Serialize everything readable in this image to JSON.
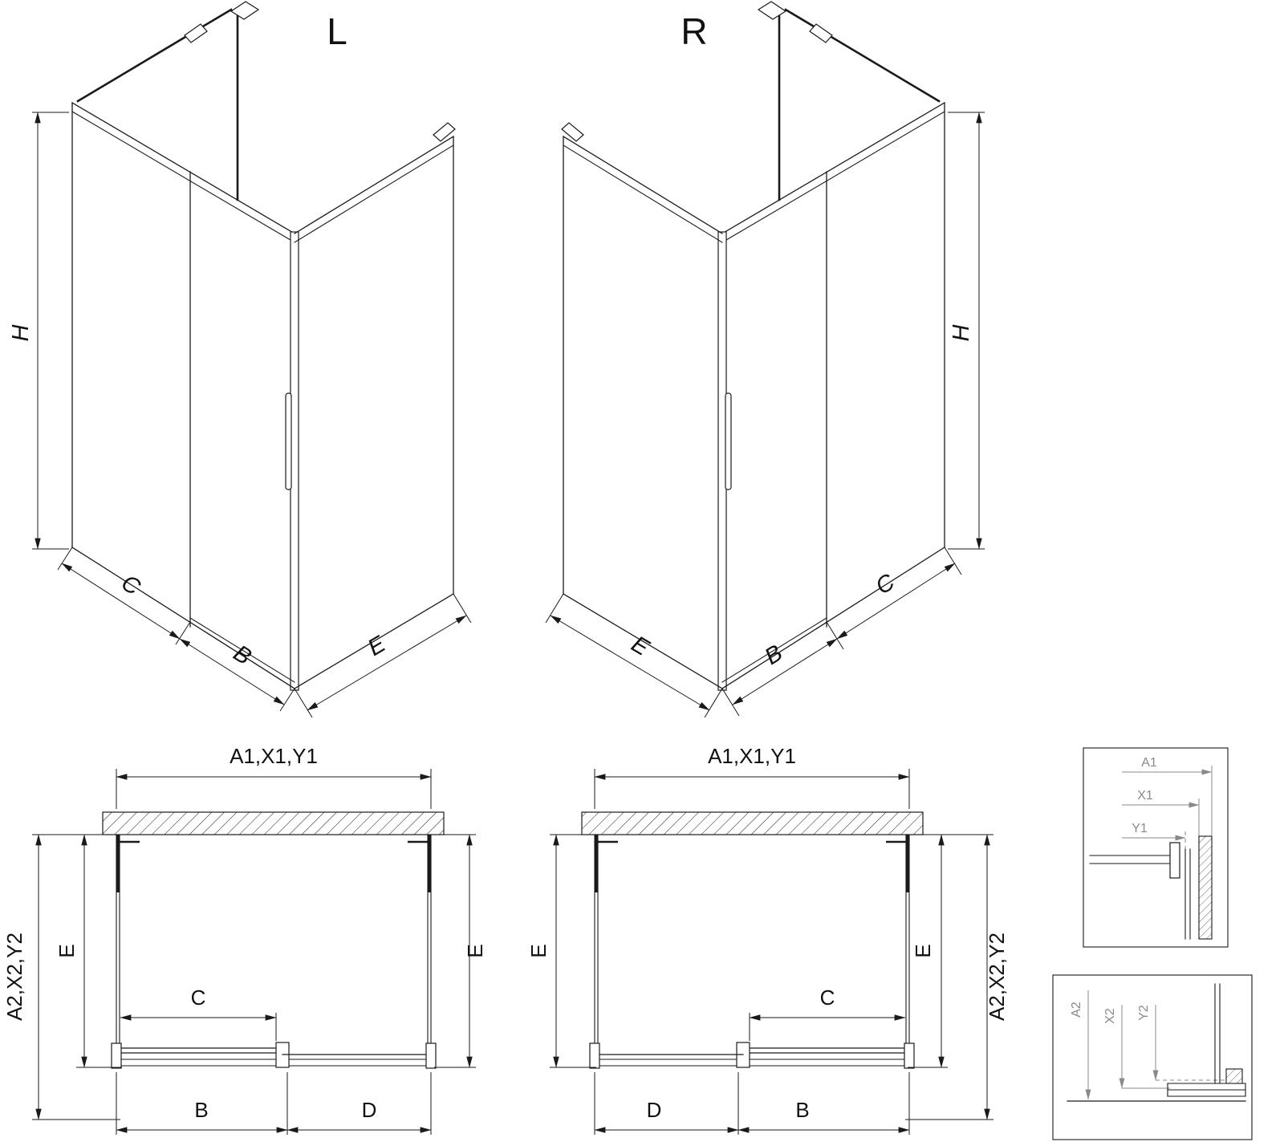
{
  "iso_left": {
    "title": "L",
    "dim_h": "H",
    "dim_c": "C",
    "dim_b": "B",
    "dim_e": "E"
  },
  "iso_right": {
    "title": "R",
    "dim_h": "H",
    "dim_c": "C",
    "dim_b": "B",
    "dim_e": "E"
  },
  "plan_left": {
    "dim_width": "A1,X1,Y1",
    "dim_depth": "A2,X2,Y2",
    "dim_e_left": "E",
    "dim_e_right": "E",
    "dim_c": "C",
    "dim_b": "B",
    "dim_d": "D"
  },
  "plan_right": {
    "dim_width": "A1,X1,Y1",
    "dim_depth": "A2,X2,Y2",
    "dim_e_left": "E",
    "dim_e_right": "E",
    "dim_c": "C",
    "dim_b": "B",
    "dim_d": "D"
  },
  "detail_top": {
    "dim_a1": "A1",
    "dim_x1": "X1",
    "dim_y1": "Y1"
  },
  "detail_bottom": {
    "dim_a2": "A2",
    "dim_x2": "X2",
    "dim_y2": "Y2"
  },
  "colors": {
    "line": "#1a1a1a",
    "detail_gray": "#8a8a8a",
    "background": "#ffffff"
  }
}
